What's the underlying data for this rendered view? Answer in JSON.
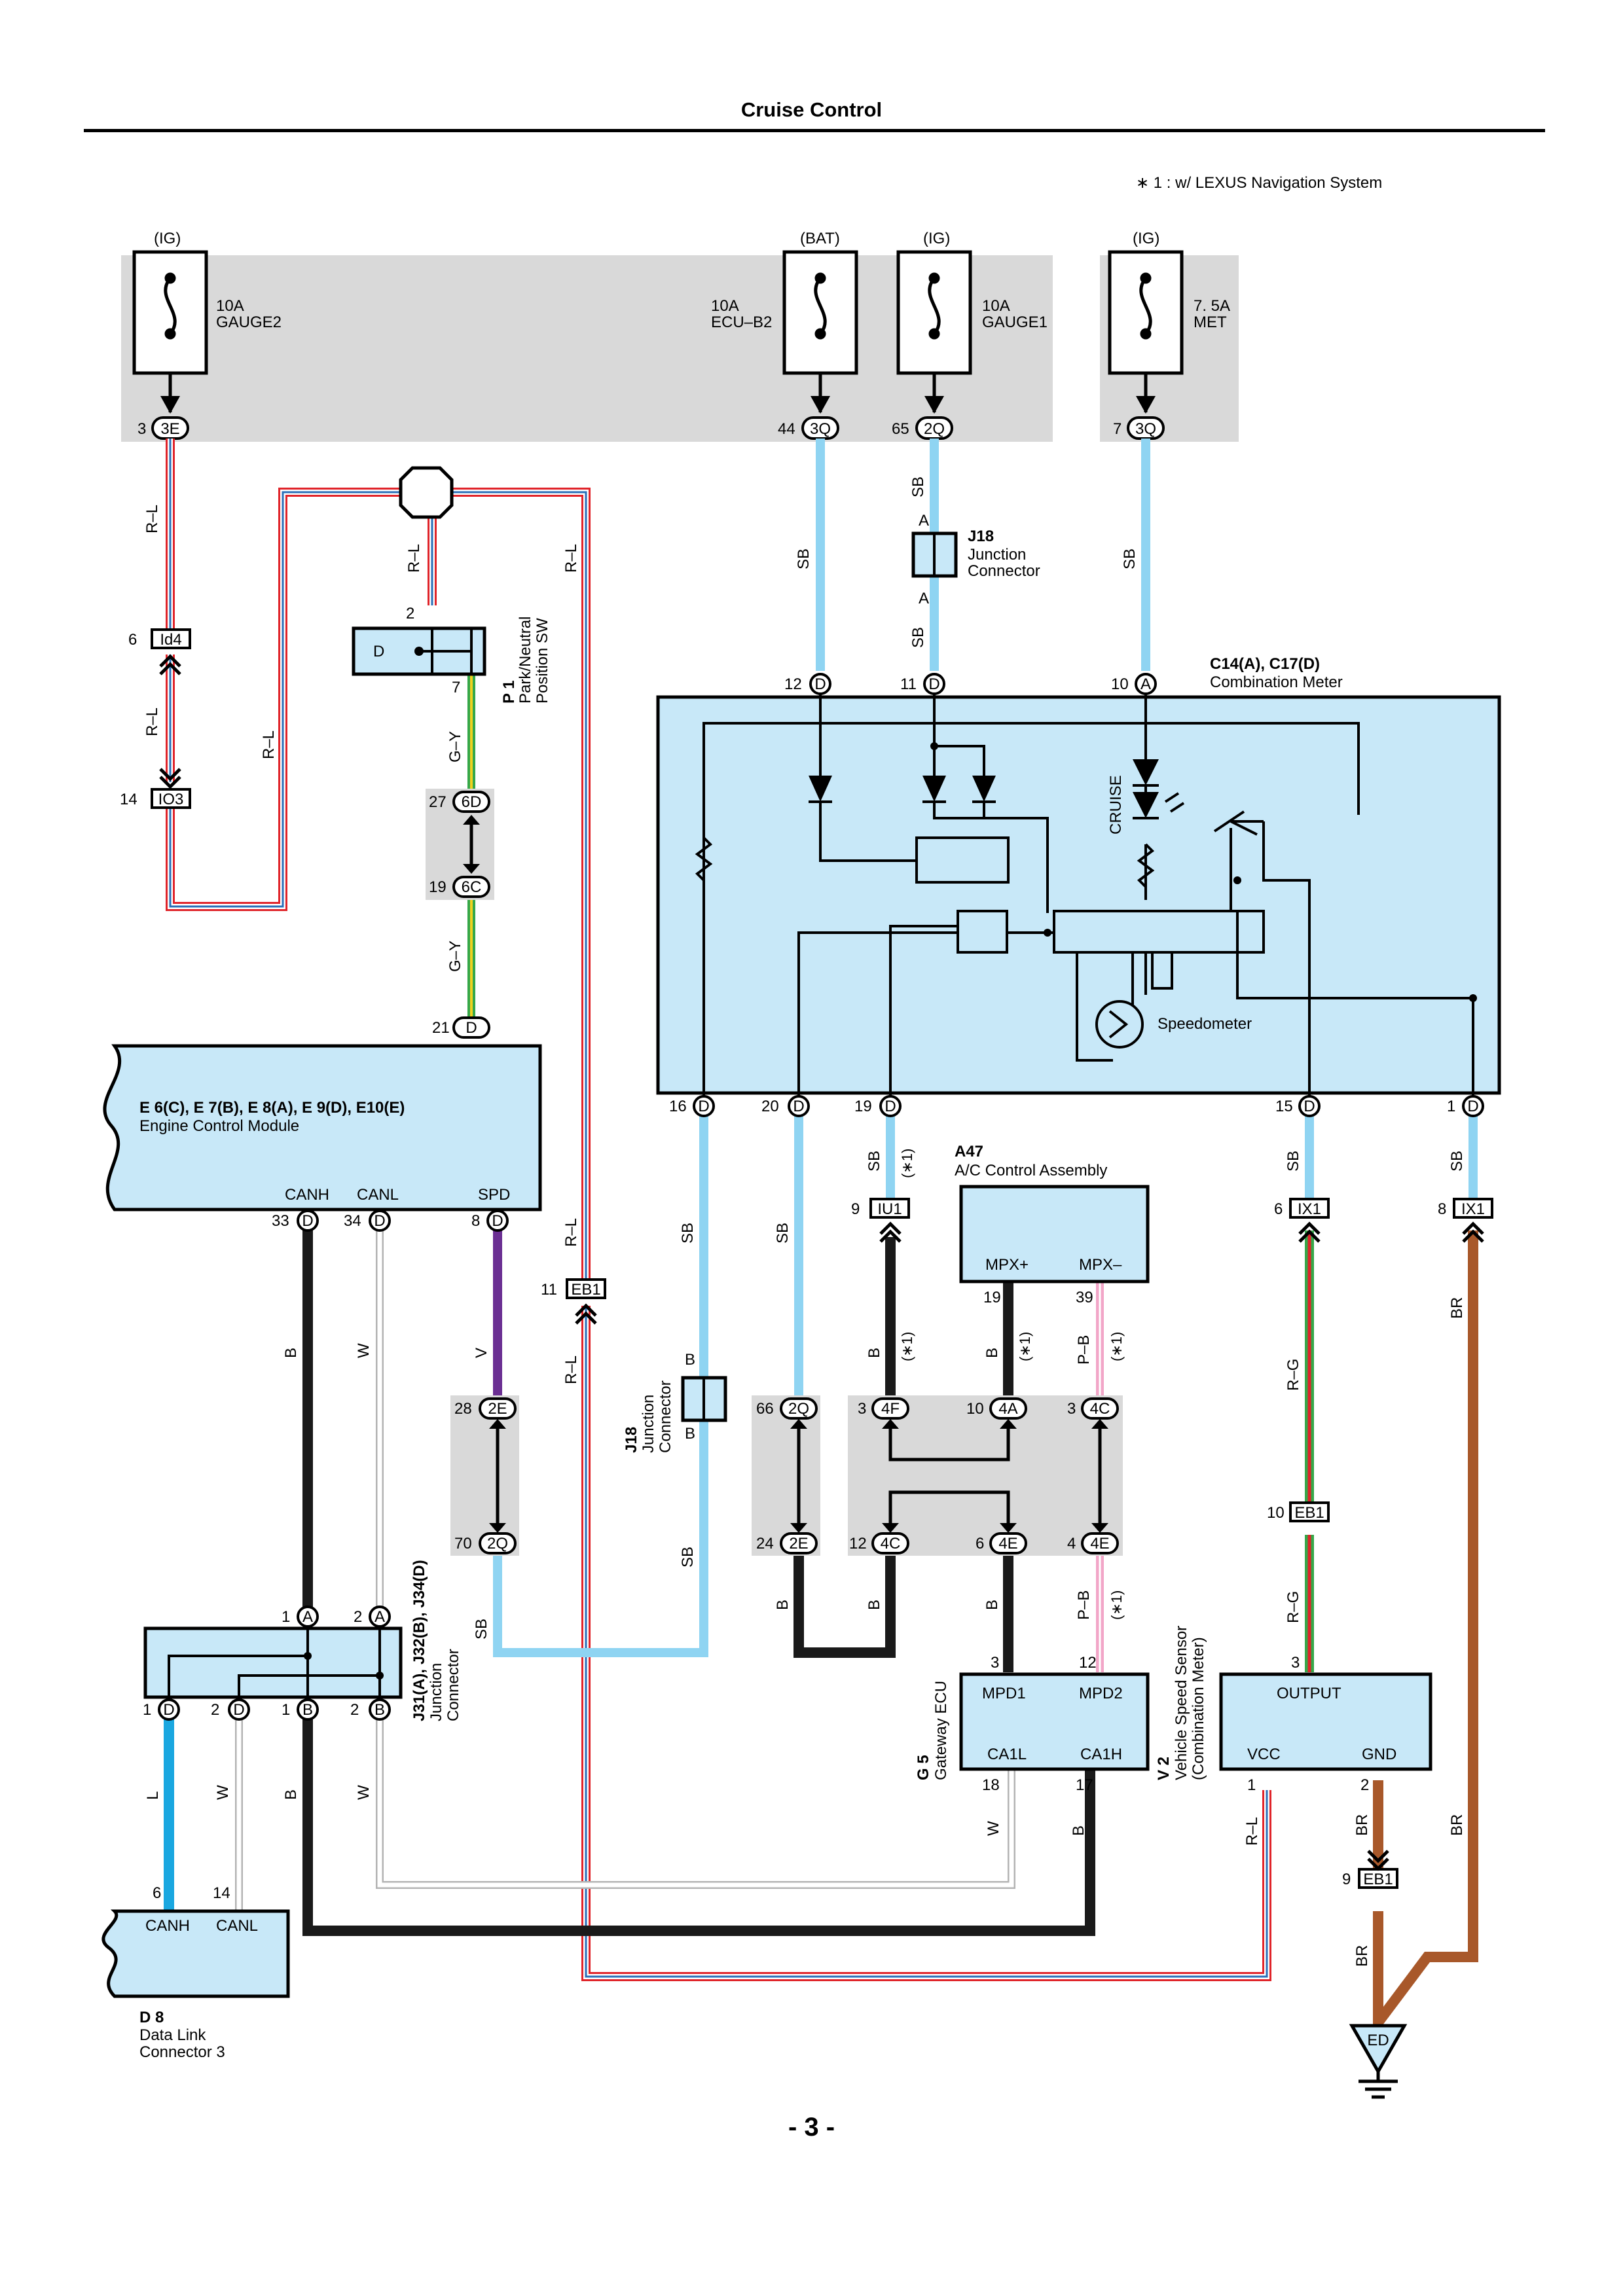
{
  "page": {
    "title": "Cruise Control",
    "note": "∗ 1 : w/ LEXUS Navigation System",
    "page_number": "- 3 -"
  },
  "colors": {
    "sb_wire": "#8fd4f2",
    "component_fill": "#c8e8f8",
    "fuse_box_fill": "#d9d9d9",
    "red": "#e0242a",
    "blue": "#2a6fb8",
    "green": "#36a84a",
    "yellow": "#f2d21e",
    "violet": "#6b2f93",
    "pink": "#f2a6c8",
    "brown": "#a8582a",
    "light_blue": "#1aa7e0",
    "gray": "#b3b3b3"
  },
  "fuses": [
    {
      "source": "(IG)",
      "rating": "10A",
      "name": "GAUGE2",
      "pin": "3",
      "connector": "3E"
    },
    {
      "source": "(BAT)",
      "rating": "10A",
      "name": "ECU–B2",
      "pin": "44",
      "connector": "3Q"
    },
    {
      "source": "(IG)",
      "rating": "10A",
      "name": "GAUGE1",
      "pin": "65",
      "connector": "2Q"
    },
    {
      "source": "(IG)",
      "rating": "7. 5A",
      "name": "MET",
      "pin": "7",
      "connector": "3Q"
    }
  ],
  "components": {
    "combination_meter": {
      "id": "C14(A), C17(D)",
      "name": "Combination Meter",
      "cruise_label": "CRUISE",
      "speedometer": "Speedometer"
    },
    "ecm": {
      "id": "E 6(C), E 7(B), E 8(A), E 9(D), E10(E)",
      "name": "Engine Control Module",
      "pins": [
        "CANH",
        "CANL",
        "SPD"
      ]
    },
    "park_neutral": {
      "id": "P 1",
      "name_line1": "Park/Neutral",
      "name_line2": "Position SW",
      "terminal": "D"
    },
    "j18_top": {
      "id": "J18",
      "name_line1": "Junction",
      "name_line2": "Connector"
    },
    "j18_mid": {
      "id": "J18",
      "name_line1": "Junction",
      "name_line2": "Connector"
    },
    "ac_control": {
      "id": "A47",
      "name": "A/C Control Assembly",
      "pins": [
        "MPX+",
        "MPX–"
      ]
    },
    "junction_j31": {
      "id": "J31(A), J32(B), J34(D)",
      "name_line1": "Junction",
      "name_line2": "Connector"
    },
    "gateway_ecu": {
      "id": "G 5",
      "name": "Gateway ECU",
      "pins": [
        "MPD1",
        "MPD2",
        "CA1L",
        "CA1H"
      ]
    },
    "speed_sensor": {
      "id": "V 2",
      "name_line1": "Vehicle Speed Sensor",
      "name_line2": "(Combination Meter)",
      "pins": [
        "OUTPUT",
        "VCC",
        "GND"
      ]
    },
    "dlc": {
      "id": "D 8",
      "name_line1": "Data Link",
      "name_line2": "Connector 3",
      "pins": [
        "CANH",
        "CANL"
      ]
    },
    "ground": {
      "label": "ED"
    }
  },
  "connectors": {
    "meter_top": [
      {
        "pin": "12",
        "conn": "D"
      },
      {
        "pin": "11",
        "conn": "D"
      },
      {
        "pin": "10",
        "conn": "A"
      }
    ],
    "meter_bottom": [
      {
        "pin": "16",
        "conn": "D"
      },
      {
        "pin": "20",
        "conn": "D"
      },
      {
        "pin": "19",
        "conn": "D"
      },
      {
        "pin": "15",
        "conn": "D"
      },
      {
        "pin": "1",
        "conn": "D"
      }
    ],
    "splice": [
      {
        "pin": "6",
        "conn": "Id4"
      },
      {
        "pin": "14",
        "conn": "IO3"
      },
      {
        "pin": "11",
        "conn": "EB1"
      },
      {
        "pin": "9",
        "conn": "IU1"
      },
      {
        "pin": "6",
        "conn": "IX1"
      },
      {
        "pin": "8",
        "conn": "IX1"
      },
      {
        "pin": "10",
        "conn": "EB1"
      },
      {
        "pin": "9",
        "conn": "EB1"
      }
    ],
    "inline": [
      {
        "pin": "27",
        "conn": "6D"
      },
      {
        "pin": "19",
        "conn": "6C"
      },
      {
        "pin": "28",
        "conn": "2E"
      },
      {
        "pin": "70",
        "conn": "2Q"
      },
      {
        "pin": "66",
        "conn": "2Q"
      },
      {
        "pin": "24",
        "conn": "2E"
      },
      {
        "pin": "3",
        "conn": "4F"
      },
      {
        "pin": "12",
        "conn": "4C"
      },
      {
        "pin": "10",
        "conn": "4A"
      },
      {
        "pin": "6",
        "conn": "4E"
      },
      {
        "pin": "3",
        "conn": "4C"
      },
      {
        "pin": "4",
        "conn": "4E"
      }
    ],
    "ecm": [
      {
        "pin": "21",
        "conn": "D"
      },
      {
        "pin": "33",
        "conn": "D"
      },
      {
        "pin": "34",
        "conn": "D"
      },
      {
        "pin": "8",
        "conn": "D"
      }
    ],
    "junction": [
      {
        "pin": "1",
        "conn": "A"
      },
      {
        "pin": "2",
        "conn": "A"
      },
      {
        "pin": "1",
        "conn": "D"
      },
      {
        "pin": "2",
        "conn": "D"
      },
      {
        "pin": "1",
        "conn": "B"
      },
      {
        "pin": "2",
        "conn": "B"
      }
    ],
    "misc_pins": {
      "pn_top": "2",
      "pn_bottom": "7",
      "j18_a": "A",
      "j18_b": "B",
      "ac_19": "19",
      "ac_39": "39",
      "gw_3": "3",
      "gw_12": "12",
      "gw_18": "18",
      "gw_17": "17",
      "vs_3": "3",
      "vs_1": "1",
      "vs_2": "2",
      "dlc_6": "6",
      "dlc_14": "14"
    }
  },
  "wire_labels": {
    "r_l": "R–L",
    "sb": "SB",
    "g_y": "G–Y",
    "b": "B",
    "w": "W",
    "v": "V",
    "l": "L",
    "p_b": "P–B",
    "r_g": "R–G",
    "br": "BR",
    "star1": "(∗1)"
  }
}
